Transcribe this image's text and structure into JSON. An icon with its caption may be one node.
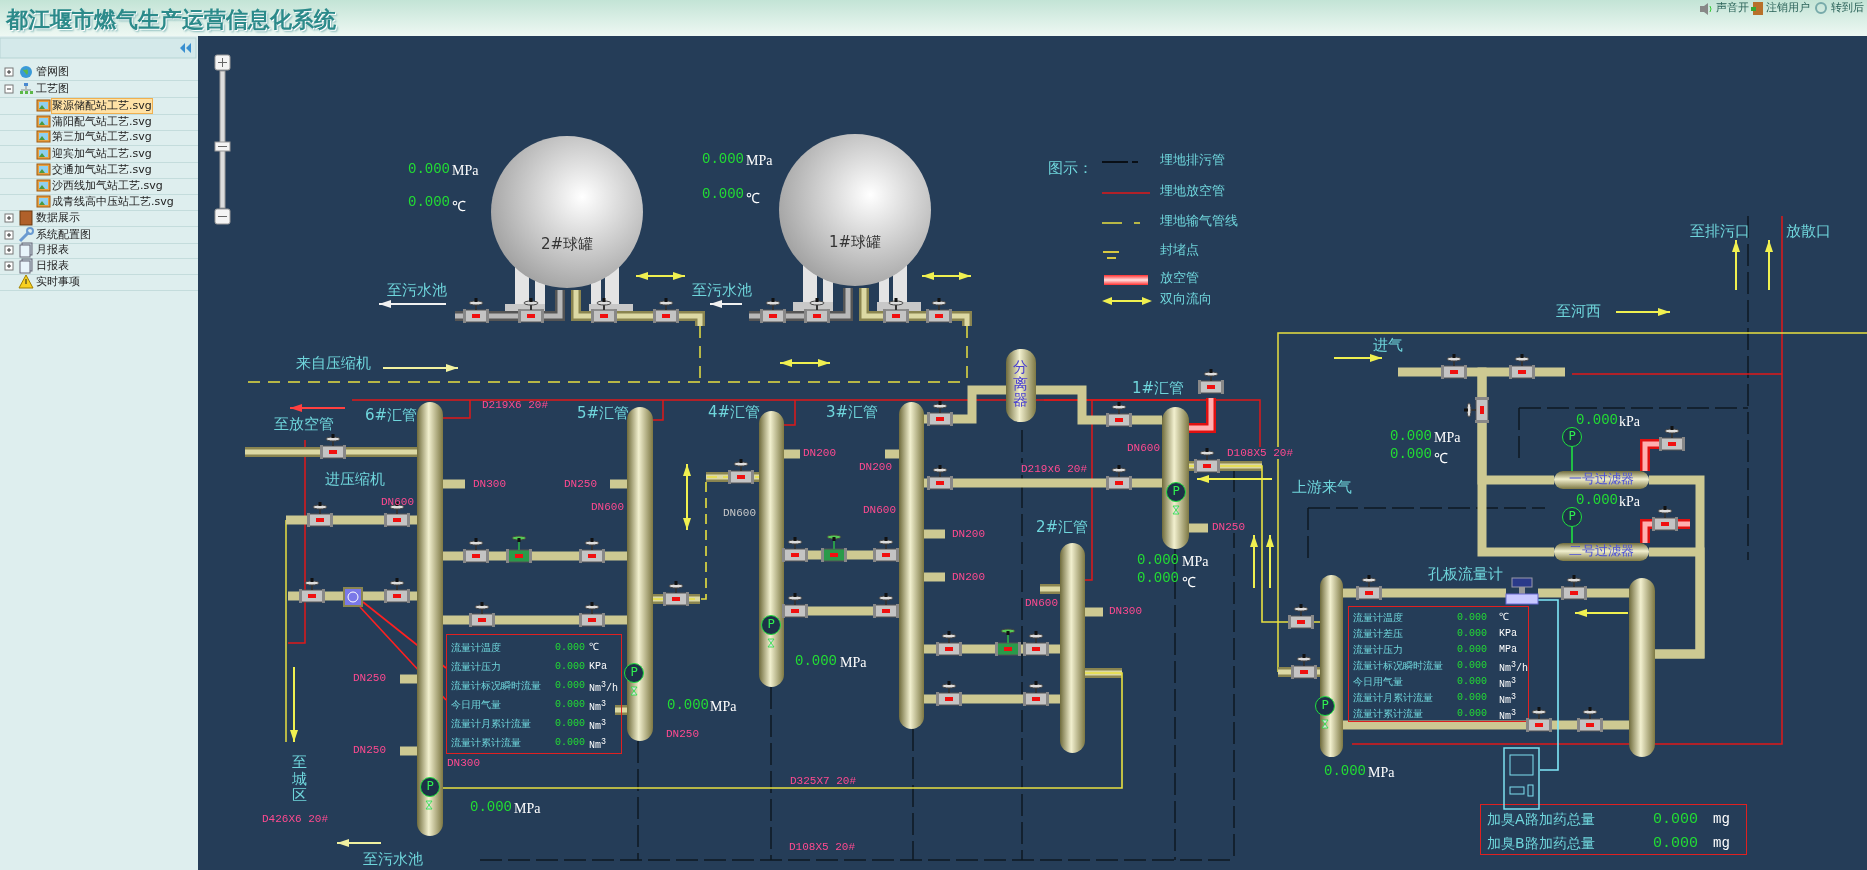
{
  "diagram": {
    "title": "都江堰市燃气生产运营信息化系统",
    "nodes": [
      {
        "text": [
          "2#球罐"
        ]
      },
      {
        "text": [
          "1#球罐"
        ]
      },
      {
        "text": [],
        "shape": "cylinder",
        "beside": [
          "6#汇管",
          "DN600"
        ]
      },
      {
        "text": [],
        "shape": "cylinder",
        "beside": [
          "5#汇管",
          "DN600"
        ]
      },
      {
        "text": [],
        "shape": "cylinder",
        "beside": [
          "4#汇管",
          "DN600"
        ]
      },
      {
        "text": [],
        "shape": "cylinder",
        "beside": [
          "3#汇管",
          "DN600"
        ]
      },
      {
        "text": [],
        "shape": "cylinder",
        "beside": [
          "2#汇管",
          "DN600"
        ]
      },
      {
        "text": [],
        "shape": "cylinder",
        "beside": [
          "1#汇管",
          "DN600"
        ]
      },
      {
        "text": [
          "分离器"
        ]
      },
      {
        "text": [
          "一号过滤器"
        ]
      },
      {
        "text": [
          "二号过滤器"
        ]
      },
      {
        "text": [],
        "shape": "picture",
        "beside": [
          "孔板流量计"
        ]
      },
      {
        "text": [
          "流量计温度",
          "0.000",
          "℃",
          "流量计压力",
          "0.000",
          "KPa",
          "流量计标况瞬时流量",
          "0.000",
          "Nm$^{3}$/h",
          "今日用气量",
          "0.000",
          "Nm$^{3}$",
          "流量计月累计流量",
          "0.000",
          "Nm$^{3}$",
          "流量计累计流量",
          "0.000",
          "Nm$^{3}$"
        ]
      },
      {
        "text": [
          "流量计温度",
          "0.000",
          "℃",
          "流量计差压",
          "0.000",
          "KPa",
          "流量计压力",
          "0.000",
          "MPa",
          "流量计标况瞬时流量",
          "0.000",
          "Nm$^{3}$/h",
          "今日用气量",
          "0.000",
          "Nm$^{3}$",
          "流量计月累计流量",
          "0.000",
          "Nm$^{3}$",
          "流量计累计流量",
          "0.000",
          "Nm$^{3}$"
        ]
      },
      {
        "text": [
          "加臭A路加药总量",
          "0.000",
          "mg",
          "加臭B路加药总量",
          "0.000",
          "mg"
        ]
      },
      {
        "text": [],
        "shape": "picture"
      },
      {
        "text": [],
        "shape": "cylinder"
      },
      {
        "text": [],
        "shape": "cylinder"
      },
      {
        "text": [],
        "shape": "box"
      },
      {
        "text": [
          "P"
        ],
        "in": 2
      },
      {
        "text": [
          "P"
        ]
      },
      {
        "text": [
          "P"
        ],
        "in": 4
      },
      {
        "text": [
          "P"
        ],
        "in": 7
      },
      {
        "text": [
          "P"
        ]
      },
      {
        "text": [
          "P"
        ]
      },
      {
        "text": [
          "P"
        ]
      }
    ],
    "edges": [
      {
        "from": 2,
        "to": 3,
        "arrow": "none"
      },
      {
        "from": 2,
        "to": 3,
        "arrow": "none"
      },
      {
        "from": 3,
        "to": 4,
        "arrow": "none",
        "style": "dashed",
        "color": "#e8e040"
      },
      {
        "from": 4,
        "to": 5,
        "arrow": "none"
      },
      {
        "from": 4,
        "to": 5,
        "arrow": "none"
      },
      {
        "from": 5,
        "to": 8,
        "arrow": "none"
      },
      {
        "from": 8,
        "to": 7,
        "arrow": "none"
      },
      {
        "from": 5,
        "to": 7,
        "arrow": "none",
        "label": "D219x6 20#"
      },
      {
        "from": 5,
        "to": 6,
        "arrow": "none"
      },
      {
        "from": 5,
        "to": 6,
        "arrow": "none"
      },
      {
        "from": 2,
        "to": 6,
        "arrow": "none",
        "color": "#e8e040",
        "label": "D325X7 20#"
      },
      {
        "from": 7,
        "to": 16,
        "arrow": "none",
        "color": "#e8e040",
        "label": "D108X5 20#"
      },
      {
        "from": 16,
        "to": 11,
        "arrow": "none"
      },
      {
        "from": 11,
        "to": 17,
        "arrow": "none"
      },
      {
        "from": 16,
        "to": 17,
        "arrow": "none"
      },
      {
        "from": 17,
        "to": 9,
        "arrow": "none"
      },
      {
        "from": 17,
        "to": 10,
        "arrow": "none"
      },
      {
        "from": 11,
        "to": 15,
        "arrow": "none",
        "color": "#80e8f8"
      },
      {
        "from": 18,
        "to": 12,
        "arrow": "none",
        "color": "#ff2020"
      },
      {
        "from": 18,
        "to": 12,
        "arrow": "none",
        "color": "#ff2020"
      },
      {
        "from": null,
        "to": 9,
        "arrow": "none"
      },
      {
        "from": null,
        "to": 10,
        "arrow": "none",
        "label": "进气"
      },
      {
        "from": 18,
        "to": 2,
        "arrow": "none"
      },
      {
        "from": null,
        "to": 18,
        "arrow": "none"
      },
      {
        "from": 23,
        "to": 9,
        "arrow": "none",
        "color": "#20e040"
      },
      {
        "from": 24,
        "to": 10,
        "arrow": "none",
        "color": "#20e040"
      },
      {
        "from": 2,
        "to": null,
        "arrow": "none",
        "label": "DN300"
      },
      {
        "from": 2,
        "to": null,
        "arrow": "none",
        "label": "DN250"
      },
      {
        "from": 2,
        "to": null,
        "arrow": "none",
        "label": "DN250"
      },
      {
        "from": 3,
        "to": null,
        "arrow": "none",
        "label": "DN250"
      },
      {
        "from": 4,
        "to": null,
        "arrow": "none",
        "label": "DN200"
      },
      {
        "from": 5,
        "to": null,
        "arrow": "none",
        "label": "DN200"
      },
      {
        "from": 5,
        "to": null,
        "arrow": "none",
        "label": "DN200"
      },
      {
        "from": 5,
        "to": null,
        "arrow": "none",
        "label": "DN200"
      },
      {
        "from": 6,
        "to": null,
        "arrow": "none",
        "label": "DN300"
      },
      {
        "from": 7,
        "to": null,
        "arrow": "none",
        "label": "DN250"
      },
      {
        "from": null,
        "to": 2,
        "arrow": "none"
      }
    ],
    "labels": [
      "声音开",
      "注销用户",
      "转到后",
      "管网图",
      "工艺图",
      "聚源储配站工艺.svg",
      "蒲阳配气站工艺.svg",
      "第三加气站工艺.svg",
      "迎宾加气站工艺.svg",
      "交通加气站工艺.svg",
      "沙西线加气站工艺.svg",
      "成青线高中压站工艺.svg",
      "数据展示",
      "系统配置图",
      "月报表",
      "日报表",
      "实时事项",
      "0.000",
      "MPa",
      "0.000",
      "℃",
      "0.000",
      "MPa",
      "0.000",
      "℃",
      "图示：",
      "至排污口",
      "放散口",
      "至污水池",
      "至污水池",
      "至河西",
      "来自压缩机",
      "至放空管",
      "D219X6 20#",
      "进压缩机",
      "0.000",
      "MPa",
      "0.000",
      "℃",
      "0.000",
      "kPa",
      "上游来气",
      "0.000",
      "kPa",
      "0.000",
      "MPa",
      "0.000",
      "℃",
      "0.000",
      "MPa",
      "0.000",
      "MPa",
      "DN250",
      "DN300",
      "0.000",
      "MPa",
      "0.000",
      "MPa",
      "至城区",
      "D426X6 20#",
      "D108X5 20#",
      "至污水池"
    ],
    "legend": [
      {
        "text": "埋地排污管"
      },
      {
        "text": "埋地放空管"
      },
      {
        "text": "埋地输气管线"
      },
      {
        "text": "封堵点"
      },
      {
        "text": "放空管"
      },
      {
        "text": "双向流向"
      }
    ]
  }
}
